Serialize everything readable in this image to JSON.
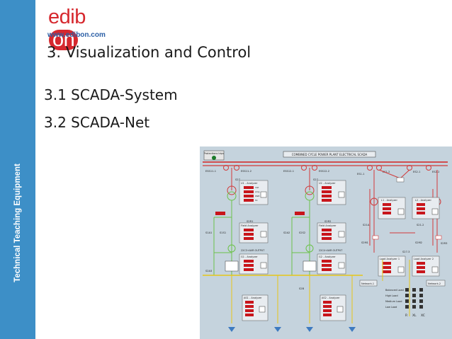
{
  "sidebar": {
    "label": "Technical Teaching Equipment"
  },
  "header": {
    "logo_text": "edib",
    "logo_on": "on",
    "url": "www.edibon.com",
    "title": "3. Visualization and Control"
  },
  "bullets": [
    "3.1 SCADA-System",
    "3.2 SCADA-Net"
  ],
  "scada": {
    "protections_button": "Protections trips",
    "header": "COMBINED CYCLE POWER PLANT ELECTRICAL SCADA",
    "switches": {
      "ess_11_1": "ESS11-1",
      "ess_11_2": "ESS11-2",
      "ess_12_1": "ESS12-1",
      "ess_12_2": "ESS12-2",
      "ess_1_1": "ES1-1",
      "ess_1_2": "ES1-2",
      "ess_2_1": "ES2-1",
      "ess_2_2": "ES2-2",
      "s27": "S27",
      "s27_2": "S27",
      "s1a1": "S1A1",
      "s1s1": "S1S1",
      "s2a2": "S2A2",
      "s2s2": "S2S2",
      "s2r1": "S2R1",
      "s2r2": "S2R2",
      "s2a3": "S2A3",
      "s21a": "S21A",
      "s21_2": "S21-2",
      "s2m1": "S2M1",
      "s2m2": "S2M2",
      "s27_3": "S27-3",
      "s2b": "S2B",
      "s2r3": "S2R3"
    },
    "analyzers": {
      "u1": "U1 - Analyzer",
      "u2": "U2 - Analyzer",
      "l1": "L1 - Analyzer",
      "l2": "L2 - Analyzer",
      "field_1": "Field Analyzer",
      "field_2": "Field Analyzer",
      "g1": "G1 - Analyzer",
      "g2": "G2 - Analyzer",
      "load_1": "Load Analyzer 1",
      "load_2": "Load Analyzer 2",
      "as1": "AS1 - Analyzer",
      "as2": "AS2 - Analyzer"
    },
    "meter_units": [
      "Volt",
      "Amp",
      "Watt",
      "Hz"
    ],
    "outputs": {
      "out_1": "22C3+AVR OUTPUT",
      "out_2": "22C4+AVR OUTPUT"
    },
    "networks": {
      "net_1": "Network-1",
      "net_2": "Network-2"
    },
    "loads": {
      "balanced": "Balanced Load",
      "high": "High Load",
      "medium": "Medium Load",
      "low": "Low Load"
    },
    "load_types": [
      "R",
      "XL",
      "XC"
    ]
  }
}
